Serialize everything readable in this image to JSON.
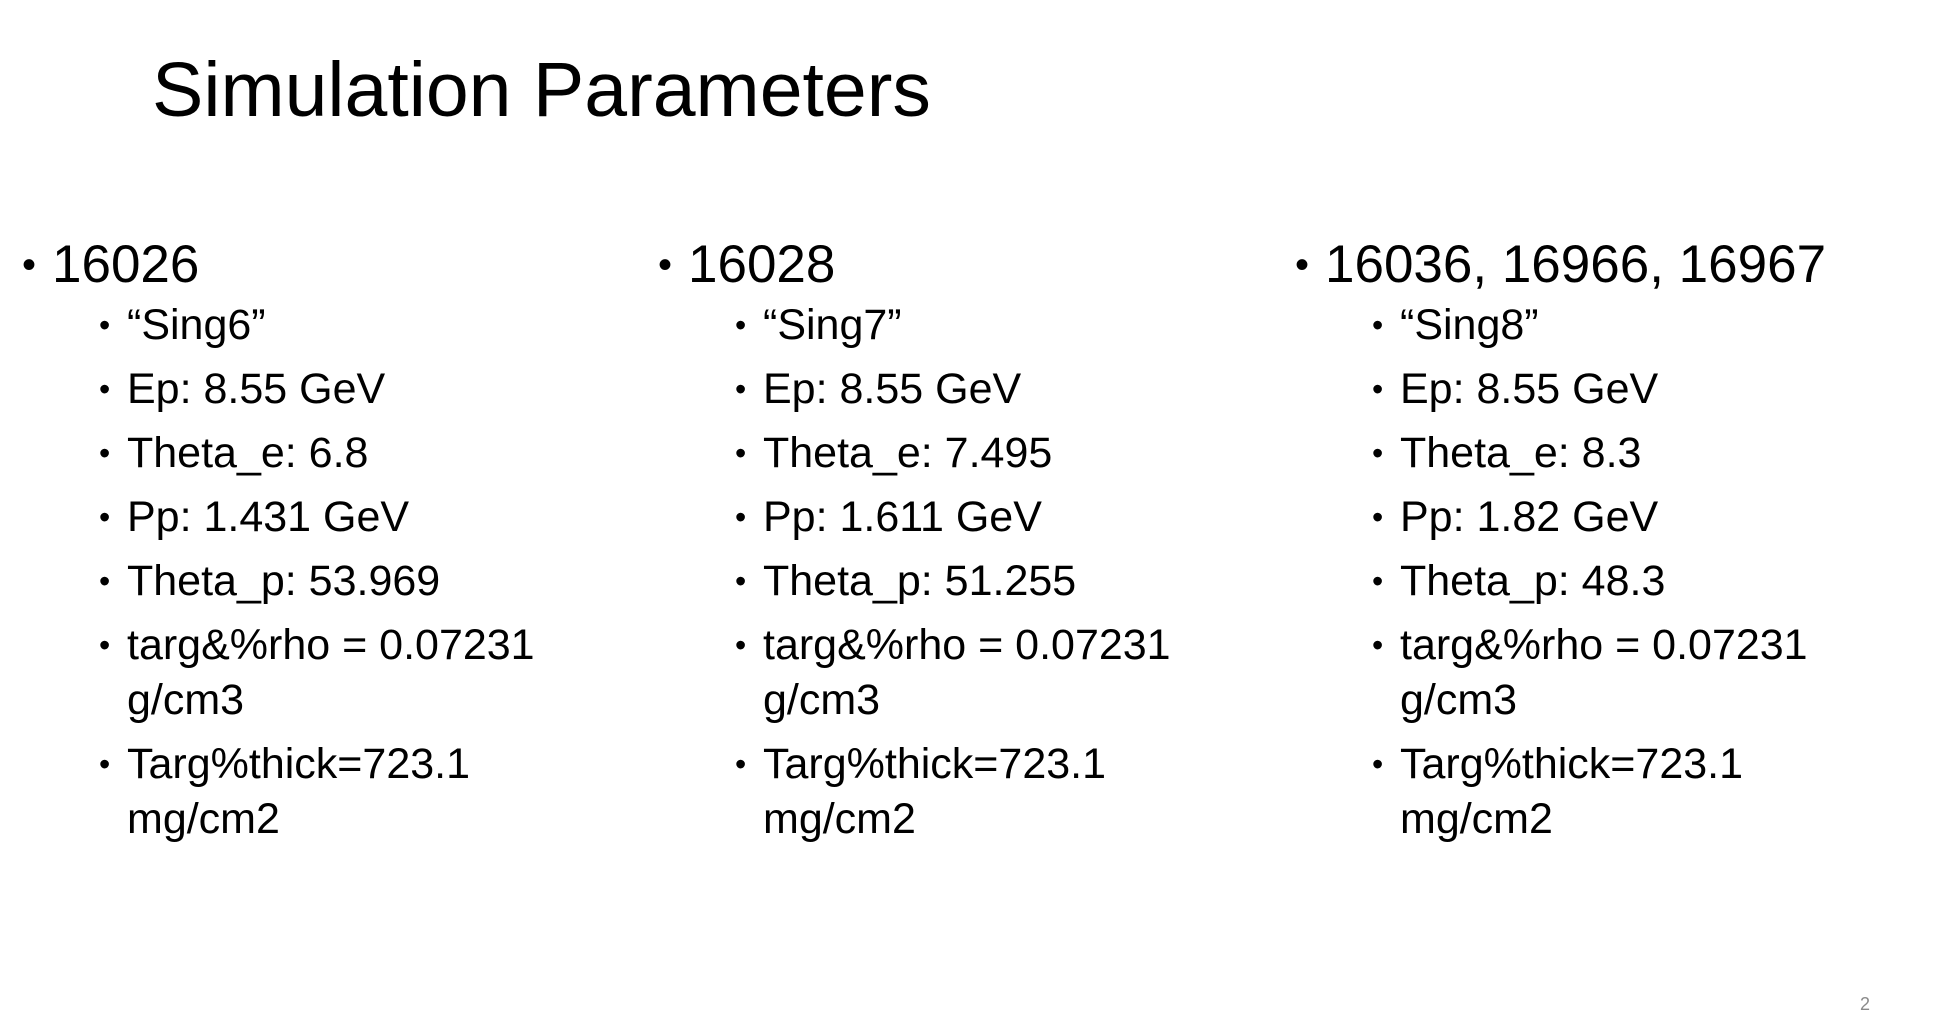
{
  "slide": {
    "title": "Simulation Parameters",
    "page_number": "2",
    "columns": [
      {
        "heading": "16026",
        "items": [
          "“Sing6”",
          "Ep: 8.55 GeV",
          "Theta_e: 6.8",
          "Pp: 1.431 GeV",
          "Theta_p: 53.969",
          "targ&%rho = 0.07231 g/cm3",
          "Targ%thick=723.1 mg/cm2"
        ]
      },
      {
        "heading": "16028",
        "items": [
          "“Sing7”",
          "Ep: 8.55 GeV",
          "Theta_e: 7.495",
          "Pp: 1.611 GeV",
          "Theta_p: 51.255",
          "targ&%rho = 0.07231 g/cm3",
          "Targ%thick=723.1 mg/cm2"
        ]
      },
      {
        "heading": "16036, 16966, 16967",
        "items": [
          "“Sing8”",
          "Ep: 8.55 GeV",
          "Theta_e: 8.3",
          "Pp: 1.82 GeV",
          "Theta_p: 48.3",
          "targ&%rho = 0.07231 g/cm3",
          "Targ%thick=723.1 mg/cm2"
        ]
      }
    ]
  }
}
